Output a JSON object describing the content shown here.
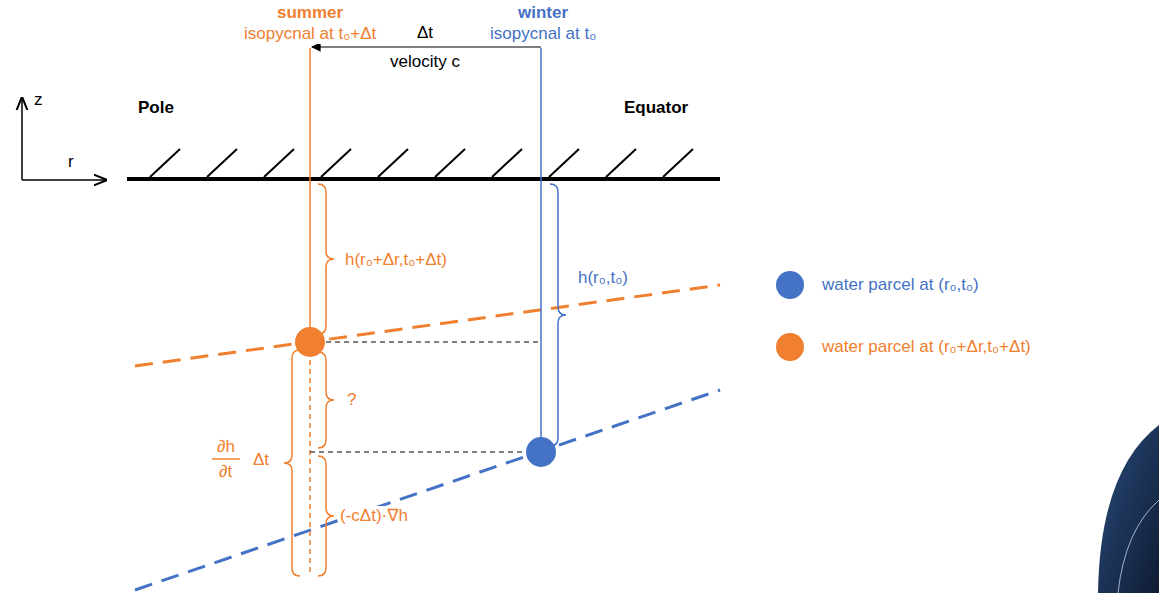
{
  "diagram": {
    "labels": [
      "summer",
      "isopycnal at t₀+Δt",
      "winter",
      "isopycnal at t₀",
      "Δt",
      "velocity c",
      "Pole",
      "Equator",
      "z",
      "r",
      "h(r₀+Δr,t₀+Δt)",
      "h(r₀,t₀)",
      "?",
      "∂h",
      "∂t",
      "Δt",
      "(-cΔt)·∇h"
    ],
    "legend": [
      {
        "text": "water parcel at (r₀,t₀)",
        "color": "#4472c4"
      },
      {
        "text": "water parcel at (r₀+Δr,t₀+Δt)",
        "color": "#f08030"
      }
    ]
  }
}
